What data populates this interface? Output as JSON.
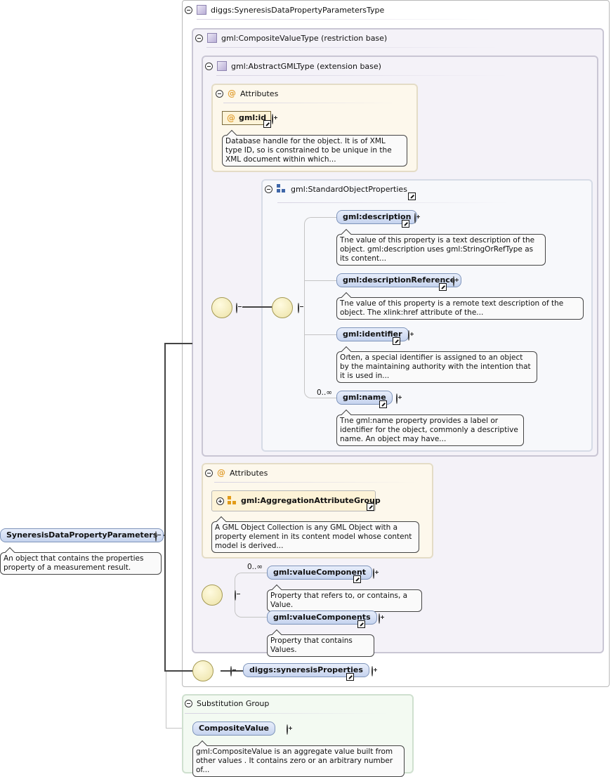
{
  "root": {
    "name": "SyneresisDataPropertyParameters",
    "doc": "An object that contains the properties property of a measurement result."
  },
  "type": {
    "name": "diggs:SyneresisDataPropertyParametersType",
    "restriction": "gml:CompositeValueType (restriction base)",
    "extension": "gml:AbstractGMLType (extension base)"
  },
  "attributes1": {
    "title": "Attributes",
    "attr_name": "gml:id",
    "attr_doc": "Database handle for the object. It is of XML type ID, so is constrained to be unique in the XML document within which..."
  },
  "std_props": {
    "title": "gml:StandardObjectProperties",
    "elements": [
      {
        "name": "gml:description",
        "doc": "The value of this property is a text description of the object. gml:description uses gml:StringOrRefType as its content..."
      },
      {
        "name": "gml:descriptionReference",
        "doc": "The value of this property is a remote text description of the object. The xlink:href attribute of the..."
      },
      {
        "name": "gml:identifier",
        "doc": "Often, a special identifier is assigned to an object by the maintaining authority with the intention that it is used in..."
      },
      {
        "name": "gml:name",
        "doc": "The gml:name property provides a label or identifier for the object, commonly a descriptive name. An object may have...",
        "occurs": "0..∞"
      }
    ]
  },
  "attributes2": {
    "title": "Attributes",
    "group_name": "gml:AggregationAttributeGroup",
    "group_doc": "A GML Object Collection is any GML Object with a property element in its content model whose content model is derived..."
  },
  "value_choice": {
    "occurs": "0..∞",
    "elements": [
      {
        "name": "gml:valueComponent",
        "doc": "Property that refers to, or contains, a Value."
      },
      {
        "name": "gml:valueComponents",
        "doc": "Property that contains Values."
      }
    ]
  },
  "syneresis": {
    "name": "diggs:syneresisProperties"
  },
  "substitution": {
    "title": "Substitution Group",
    "name": "CompositeValue",
    "doc": "gml:CompositeValue is an aggregate value built from other values . It contains zero or an arbitrary number of..."
  },
  "colors": {
    "element_fill": "#c5d3ee",
    "type_box": "#f4f2f8",
    "attribute_box": "#fdf8ec",
    "substitution_box": "#f3faf2"
  }
}
